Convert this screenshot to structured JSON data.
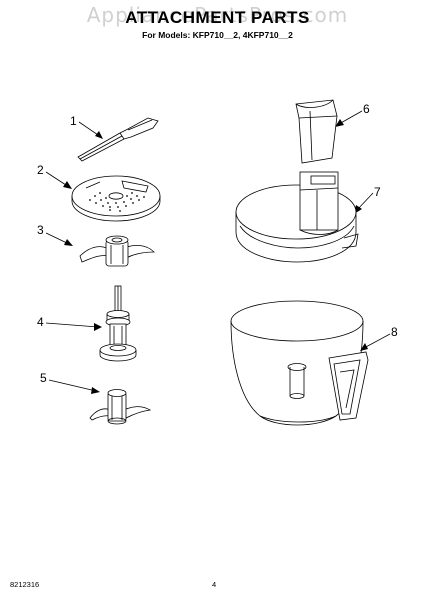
{
  "watermark": "AppliancePartsPros.com",
  "title": "ATTACHMENT PARTS",
  "subtitle": "For Models: KFP710__2, 4KFP710__2",
  "callouts": [
    "1",
    "2",
    "3",
    "4",
    "5",
    "6",
    "7",
    "8"
  ],
  "footer": {
    "doc_number": "8212316",
    "page_number": "4"
  }
}
